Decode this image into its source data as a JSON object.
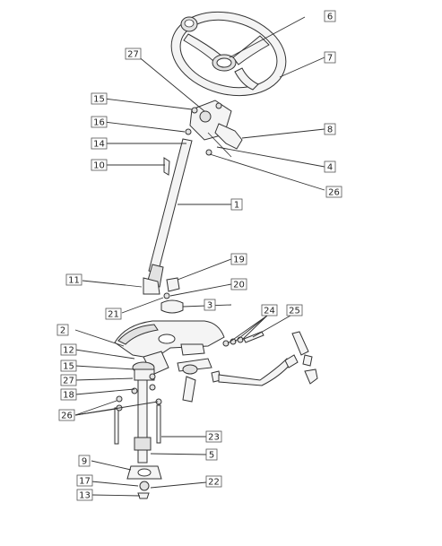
{
  "callouts": [
    {
      "id": "c1",
      "text": "1"
    },
    {
      "id": "c2",
      "text": "2"
    },
    {
      "id": "c3",
      "text": "3"
    },
    {
      "id": "c4",
      "text": "4"
    },
    {
      "id": "c5",
      "text": "5"
    },
    {
      "id": "c6",
      "text": "6"
    },
    {
      "id": "c7",
      "text": "7"
    },
    {
      "id": "c8",
      "text": "8"
    },
    {
      "id": "c9",
      "text": "9"
    },
    {
      "id": "c10",
      "text": "10"
    },
    {
      "id": "c11",
      "text": "11"
    },
    {
      "id": "c12",
      "text": "12"
    },
    {
      "id": "c13",
      "text": "13"
    },
    {
      "id": "c14",
      "text": "14"
    },
    {
      "id": "c15a",
      "text": "15"
    },
    {
      "id": "c15b",
      "text": "15"
    },
    {
      "id": "c16",
      "text": "16"
    },
    {
      "id": "c17",
      "text": "17"
    },
    {
      "id": "c18",
      "text": "18"
    },
    {
      "id": "c19",
      "text": "19"
    },
    {
      "id": "c20",
      "text": "20"
    },
    {
      "id": "c21",
      "text": "21"
    },
    {
      "id": "c22",
      "text": "22"
    },
    {
      "id": "c23",
      "text": "23"
    },
    {
      "id": "c24",
      "text": "24"
    },
    {
      "id": "c25",
      "text": "25"
    },
    {
      "id": "c26a",
      "text": "26"
    },
    {
      "id": "c26b",
      "text": "26"
    },
    {
      "id": "c27a",
      "text": "27"
    },
    {
      "id": "c27b",
      "text": "27"
    }
  ]
}
